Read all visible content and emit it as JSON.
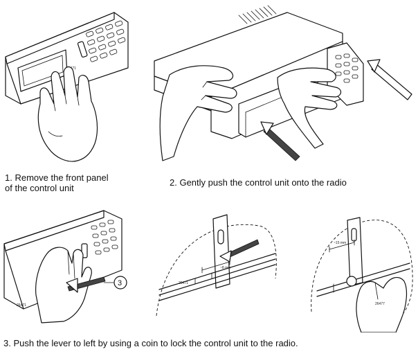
{
  "steps": [
    {
      "number": "1",
      "caption_line1": "1. Remove the front panel",
      "caption_line2": "of the control unit"
    },
    {
      "number": "2",
      "caption_line1": "2. Gently push the control unit onto the radio"
    },
    {
      "number": "3",
      "caption_line1": "3. Push the lever to left by using a coin to lock the control unit to the radio."
    }
  ],
  "labels": {
    "panel1_model": "26471",
    "panel3_callout": "3",
    "panel3_code": "26471",
    "panel4_code": "26471",
    "panel4_measure": "~8 mm",
    "panel5_code": "26477",
    "panel5_measure": "~15 mm"
  }
}
